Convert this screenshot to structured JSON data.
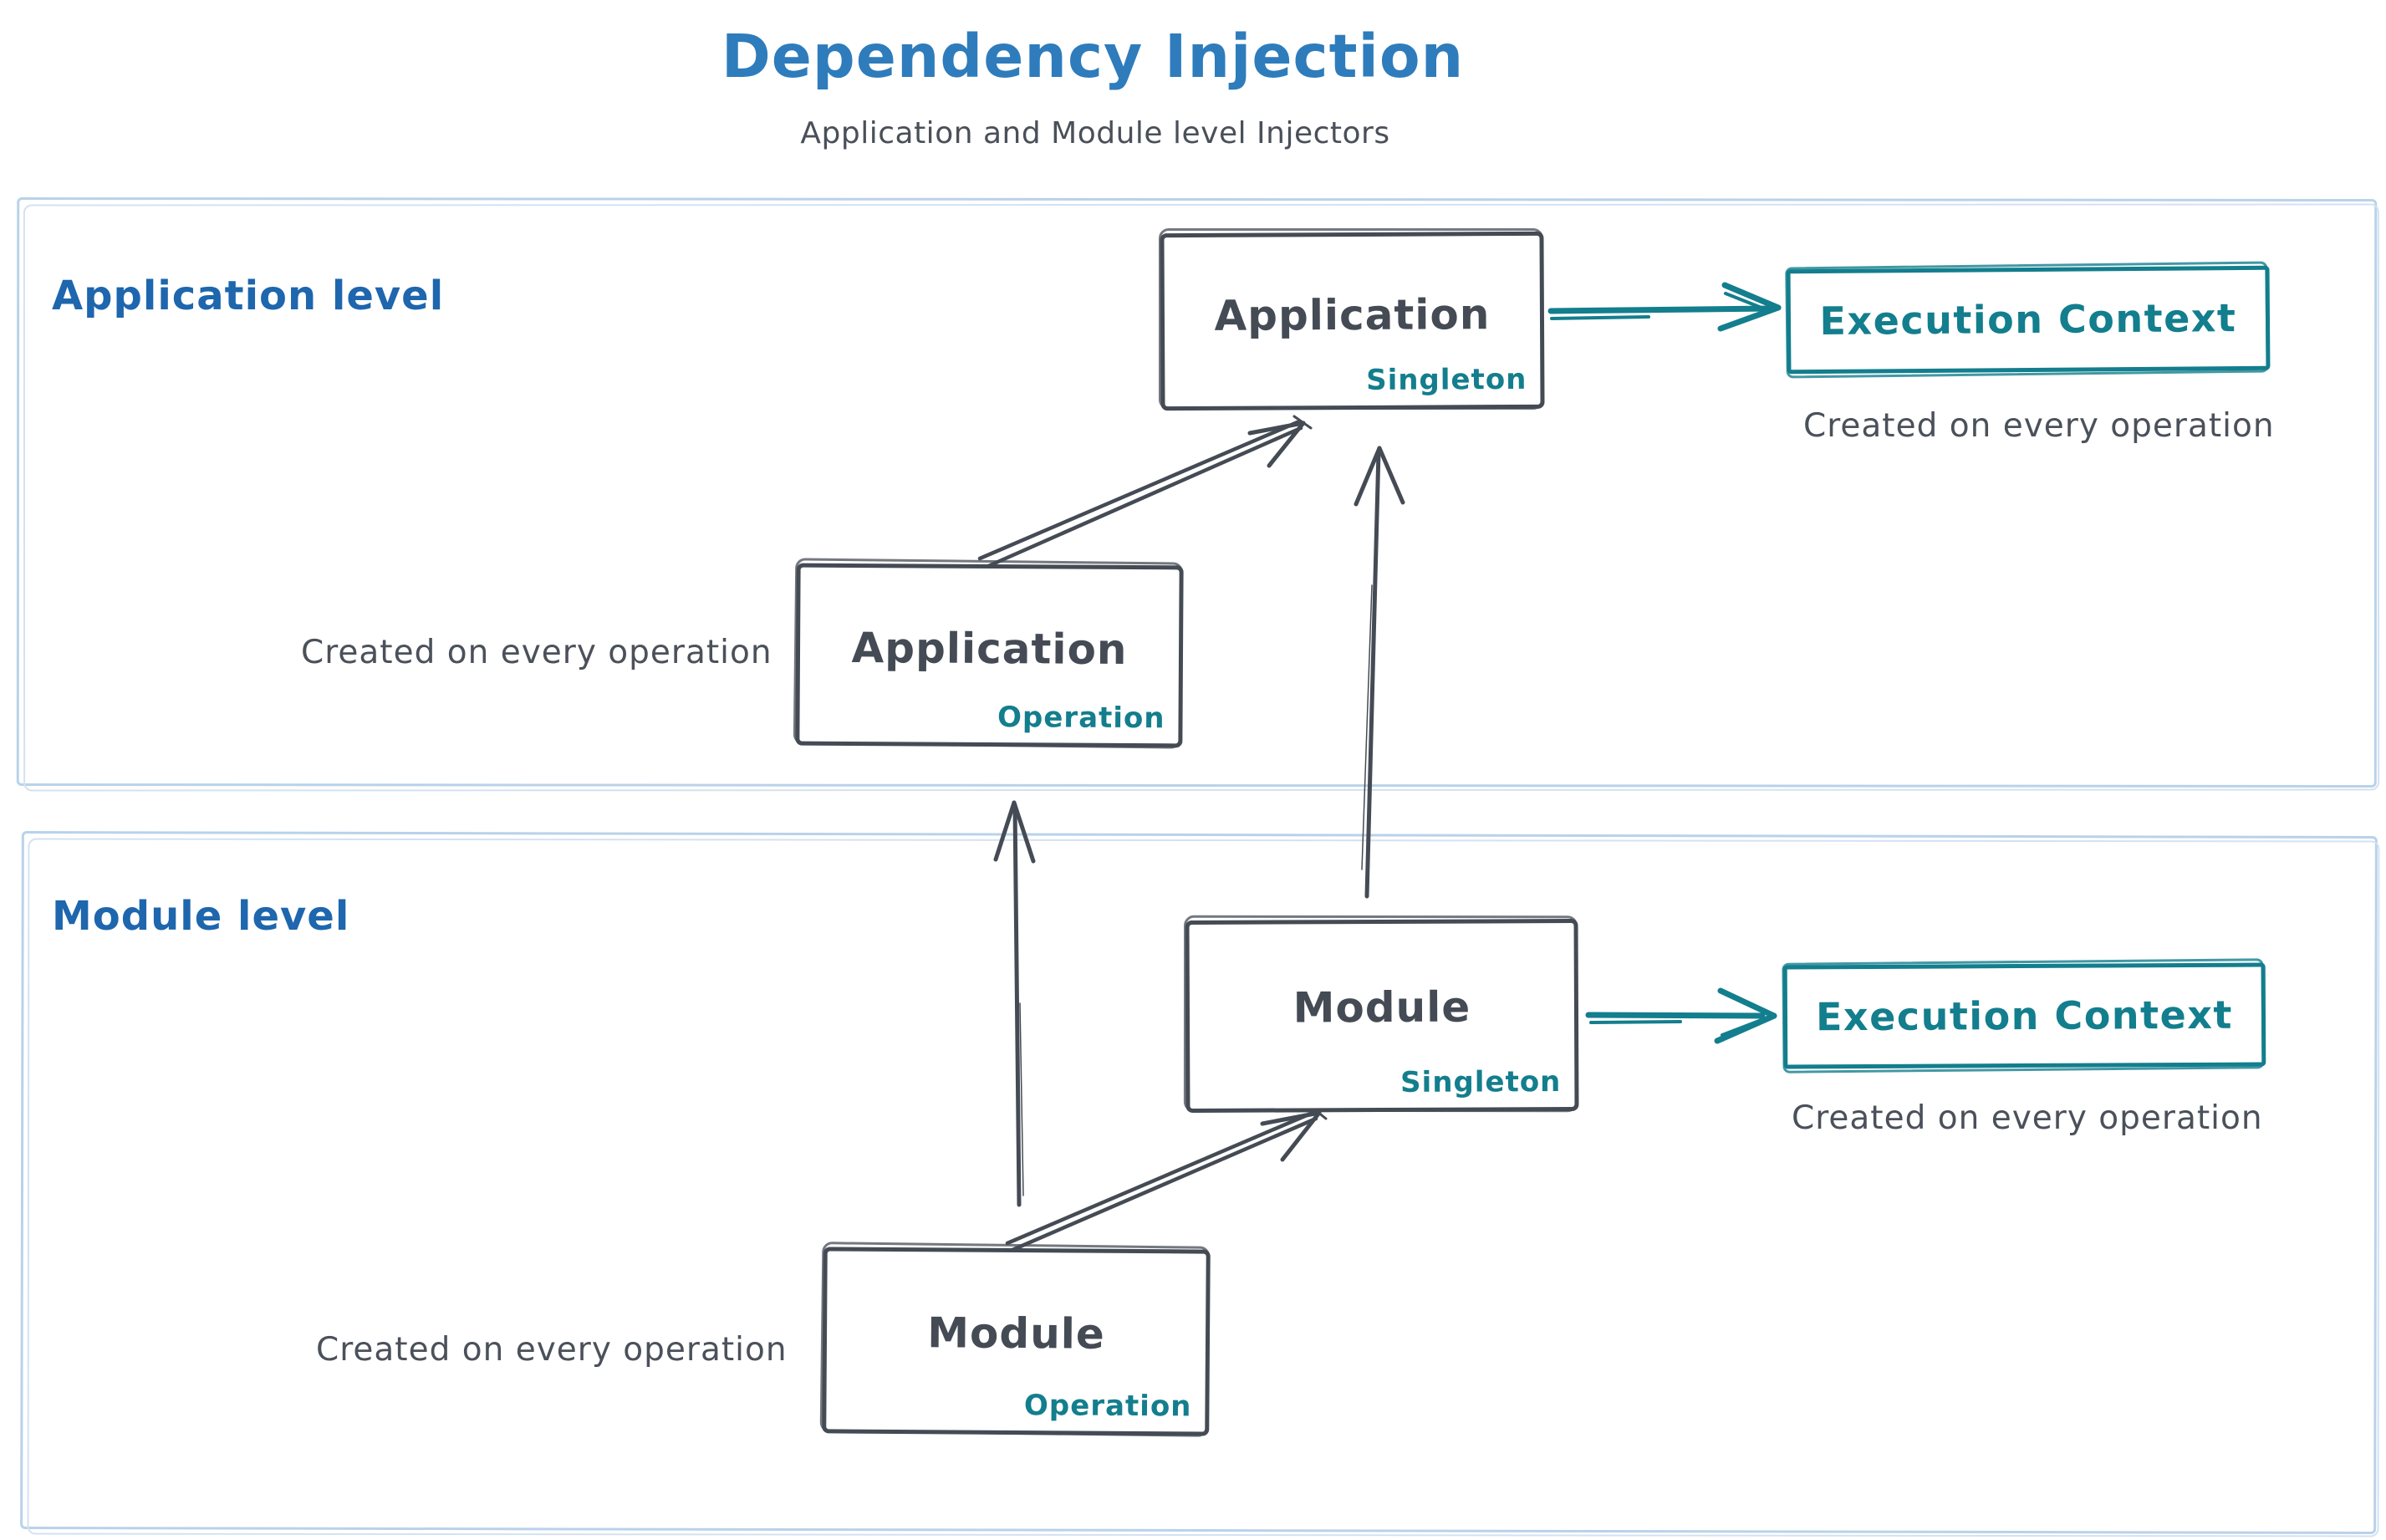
{
  "title": "Dependency Injection",
  "subtitle": "Application and Module level Injectors",
  "colors": {
    "title": "#2e7cbc",
    "section_label": "#1e66ad",
    "ink": "#454b54",
    "teal": "#137e8d",
    "container_border": "#b9d2e9"
  },
  "sections": [
    {
      "label": "Application level",
      "singleton_box": {
        "title": "Application",
        "scope": "Singleton"
      },
      "operation_box": {
        "title": "Application",
        "scope": "Operation"
      },
      "operation_caption": "Created on every operation",
      "execution_context": {
        "label": "Execution Context",
        "caption": "Created on every operation"
      }
    },
    {
      "label": "Module level",
      "singleton_box": {
        "title": "Module",
        "scope": "Singleton"
      },
      "operation_box": {
        "title": "Module",
        "scope": "Operation"
      },
      "operation_caption": "Created on every operation",
      "execution_context": {
        "label": "Execution Context",
        "caption": "Created on every operation"
      }
    }
  ]
}
